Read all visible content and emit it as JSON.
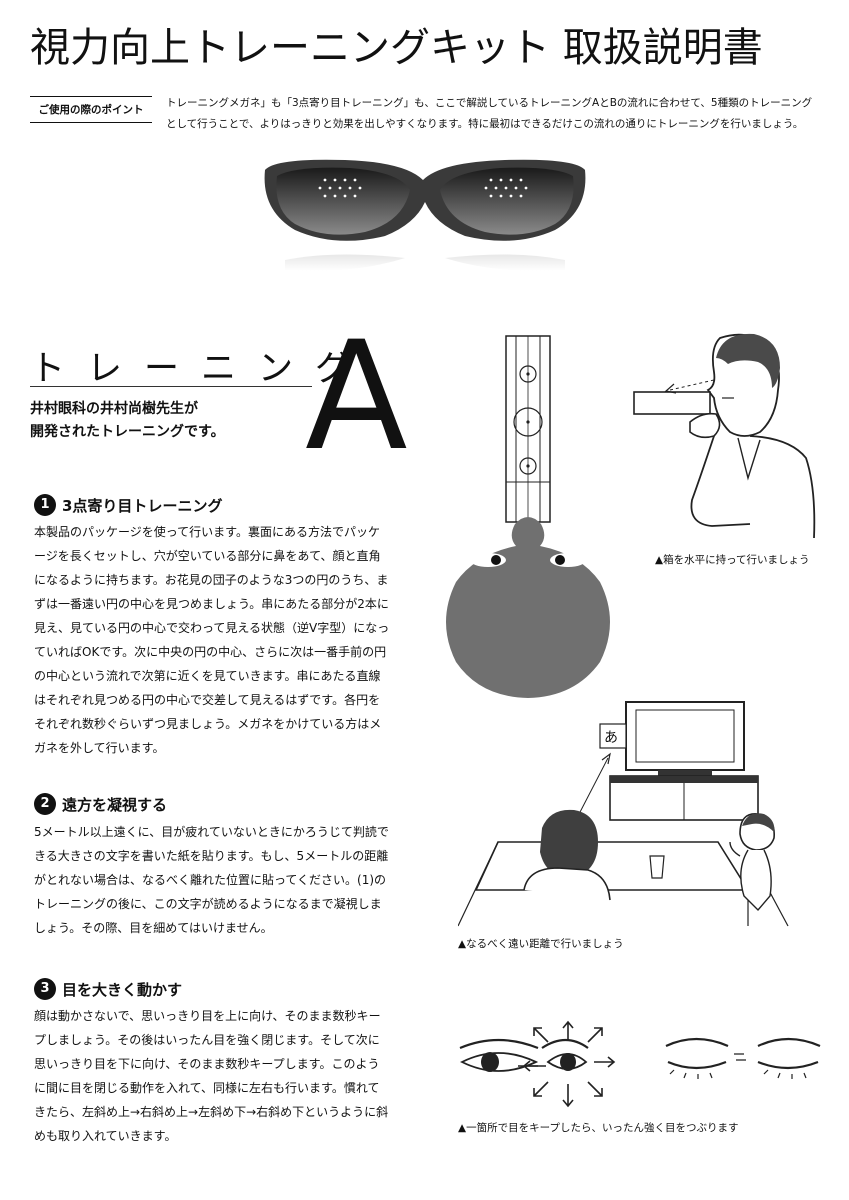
{
  "header": {
    "title": "視力向上トレーニングキット 取扱説明書",
    "point_label": "ご使用の際のポイント",
    "intro": "トレーニングメガネ」も「3点寄り目トレーニング」も、ここで解説しているトレーニングAとBの流れに合わせて、5種類のトレーニングとして行うことで、よりはっきりと効果を出しやすくなります。特に最初はできるだけこの流れの通りにトレーニングを行いましょう。"
  },
  "training_a": {
    "heading": "トレーニング",
    "letter": "A",
    "subtitle_line1": "井村眼科の井村尚樹先生が",
    "subtitle_line2": "開発されたトレーニングです。"
  },
  "sections": [
    {
      "number": "1",
      "title": "3点寄り目トレーニング",
      "text": "本製品のパッケージを使って行います。裏面にある方法でパッケージを長くセットし、穴が空いている部分に鼻をあて、顔と直角になるように持ちます。お花見の団子のような3つの円のうち、まずは一番遠い円の中心を見つめましょう。串にあたる部分が2本に見え、見ている円の中心で交わって見える状態（逆V字型）になっていればOKです。次に中央の円の中心、さらに次は一番手前の円の中心という流れで次第に近くを見ていきます。串にあたる直線はそれぞれ見つめる円の中心で交差して見えるはずです。各円をそれぞれ数秒ぐらいずつ見ましょう。メガネをかけている方はメガネを外して行います。"
    },
    {
      "number": "2",
      "title": "遠方を凝視する",
      "text": "5メートル以上遠くに、目が疲れていないときにかろうじて判読できる大きさの文字を書いた紙を貼ります。もし、5メートルの距離がとれない場合は、なるべく離れた位置に貼ってください。(1)のトレーニングの後に、この文字が読めるようになるまで凝視しましょう。その際、目を細めてはいけません。"
    },
    {
      "number": "3",
      "title": "目を大きく動かす",
      "text": "顔は動かさないで、思いっきり目を上に向け、そのまま数秒キープしましょう。その後はいったん目を強く閉じます。そして次に思いっきり目を下に向け、そのまま数秒キープします。このように間に目を閉じる動作を入れて、同様に左右も行います。慣れてきたら、左斜め上→右斜め上→左斜め下→右斜め下というように斜めも取り入れていきます。"
    }
  ],
  "captions": {
    "box": "箱を水平に持って行いましょう",
    "distance": "なるべく遠い距離で行いましょう",
    "eyes": "一箇所で目をキープしたら、いったん強く目をつぶります"
  },
  "tv_sign": "あ",
  "icons": {
    "caption_arrow": "up-arrow-icon",
    "eye_arrows": "eight-direction-arrows-icon"
  },
  "colors": {
    "text": "#111111",
    "face_gray": "#6f6f6f",
    "lens_dark": "#2a2a2a"
  }
}
